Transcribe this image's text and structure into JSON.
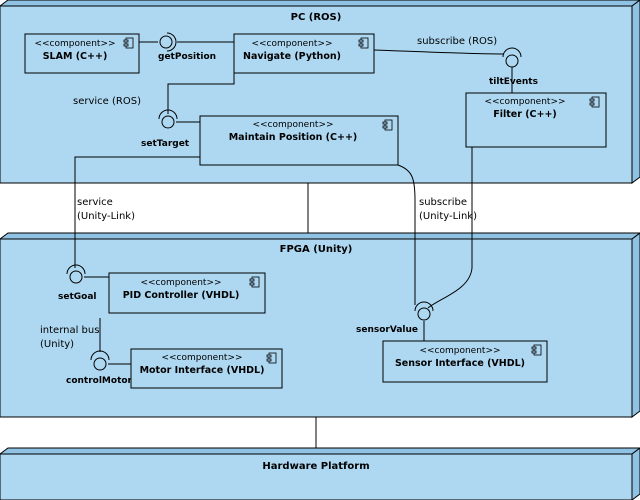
{
  "nodes": {
    "pc": {
      "title": "PC (ROS)"
    },
    "fpga": {
      "title": "FPGA (Unity)"
    },
    "hw": {
      "title": "Hardware Platform"
    }
  },
  "stereotype": "<<component>>",
  "components": {
    "slam": "SLAM (C++)",
    "navigate": "Navigate (Python)",
    "filter": "Filter (C++)",
    "maintain": "Maintain Position (C++)",
    "pid": "PID Controller (VHDL)",
    "motor": "Motor Interface (VHDL)",
    "sensor": "Sensor Interface (VHDL)"
  },
  "ports": {
    "getPosition": "getPosition",
    "setTarget": "setTarget",
    "tiltEvents": "tiltEvents",
    "setGoal": "setGoal",
    "controlMotor": "controlMotor",
    "sensorValue": "sensorValue"
  },
  "edge_labels": {
    "subscribe_ros": "subscribe (ROS)",
    "service_ros": "service (ROS)",
    "service_unity_1": "service",
    "service_unity_2": "(Unity-Link)",
    "subscribe_unity_1": "subscribe",
    "subscribe_unity_2": "(Unity-Link)",
    "internal_bus_1": "internal bus",
    "internal_bus_2": "(Unity)"
  },
  "colors": {
    "node_fill": "#aed8f2",
    "node_side": "#8fc2e3",
    "component_fill": "#aed8f2",
    "stroke": "#000000"
  }
}
